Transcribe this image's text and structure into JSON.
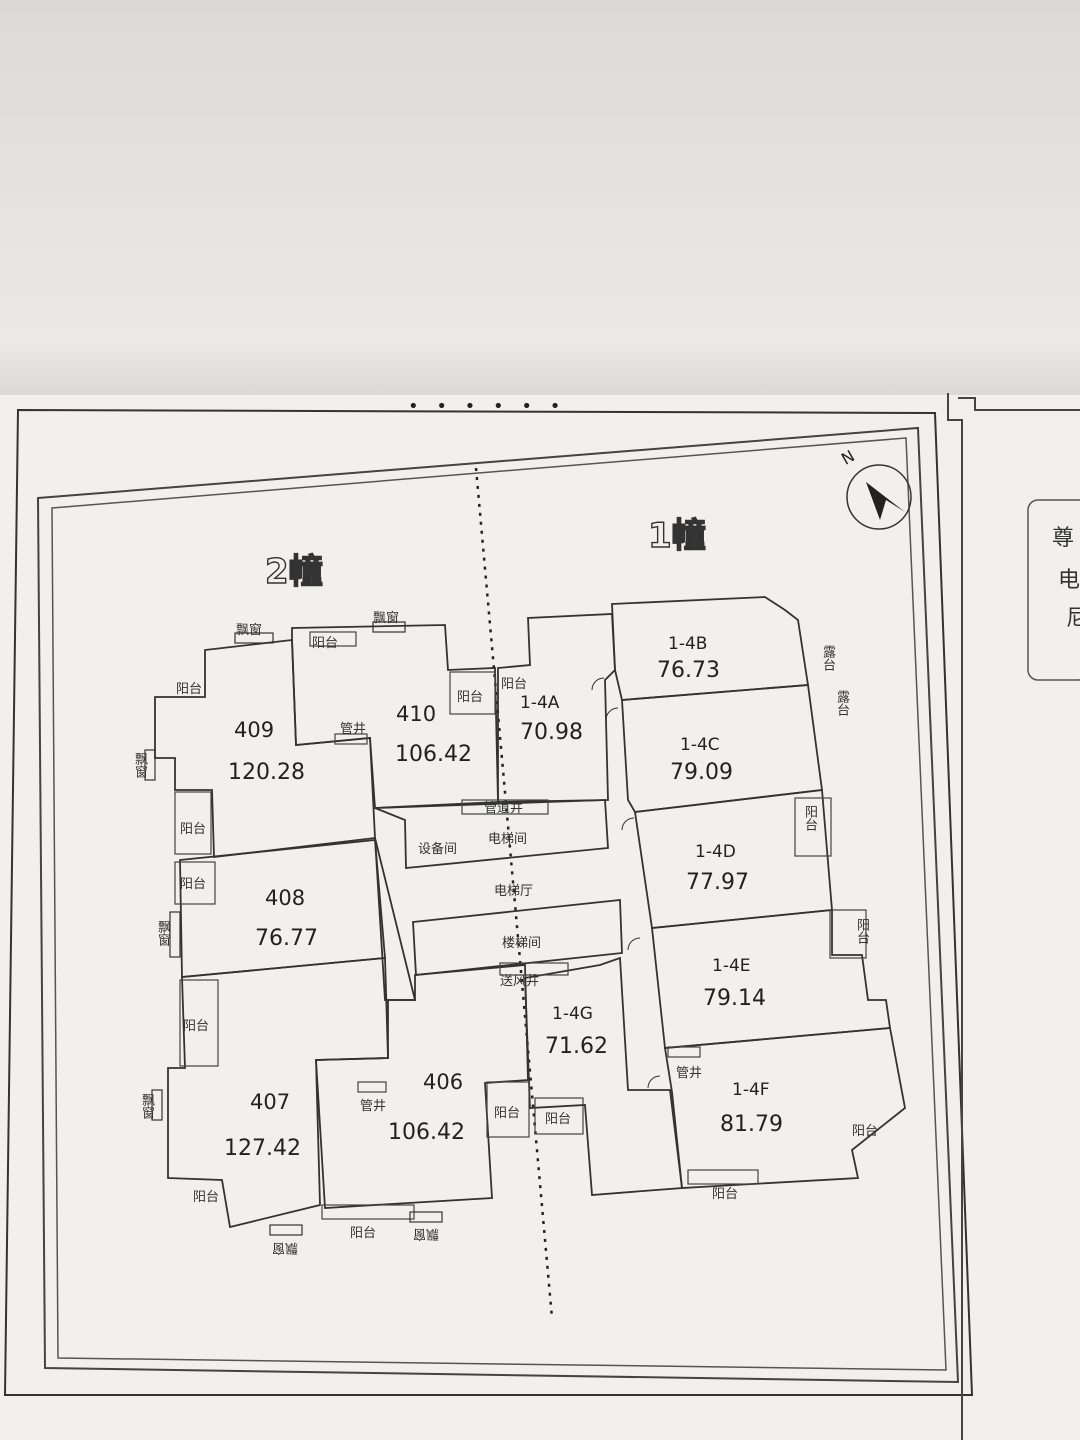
{
  "buildings": {
    "left": "2幢",
    "right": "1幢"
  },
  "compass": {
    "label": "N"
  },
  "units": [
    {
      "id": "409",
      "area": "120.28"
    },
    {
      "id": "410",
      "area": "106.42"
    },
    {
      "id": "408",
      "area": "76.77"
    },
    {
      "id": "407",
      "area": "127.42"
    },
    {
      "id": "406",
      "area": "106.42"
    },
    {
      "id": "1-4A",
      "area": "70.98"
    },
    {
      "id": "1-4B",
      "area": "76.73"
    },
    {
      "id": "1-4C",
      "area": "79.09"
    },
    {
      "id": "1-4D",
      "area": "77.97"
    },
    {
      "id": "1-4E",
      "area": "79.14"
    },
    {
      "id": "1-4F",
      "area": "81.79"
    },
    {
      "id": "1-4G",
      "area": "71.62"
    }
  ],
  "labels": {
    "bay_window": "飘窗",
    "balcony": "阳台",
    "terrace": "露台",
    "pipe_shaft": "管井",
    "pipe_shaft_2": "管道井",
    "equipment_room": "设备间",
    "elevator_room": "电梯间",
    "elevator_hall": "电梯厅",
    "stairwell": "楼梯间",
    "air_shaft": "送风井"
  },
  "side_panel": {
    "chars": [
      "尊",
      "电",
      "尼"
    ]
  },
  "page_dots": "• • • • • •"
}
